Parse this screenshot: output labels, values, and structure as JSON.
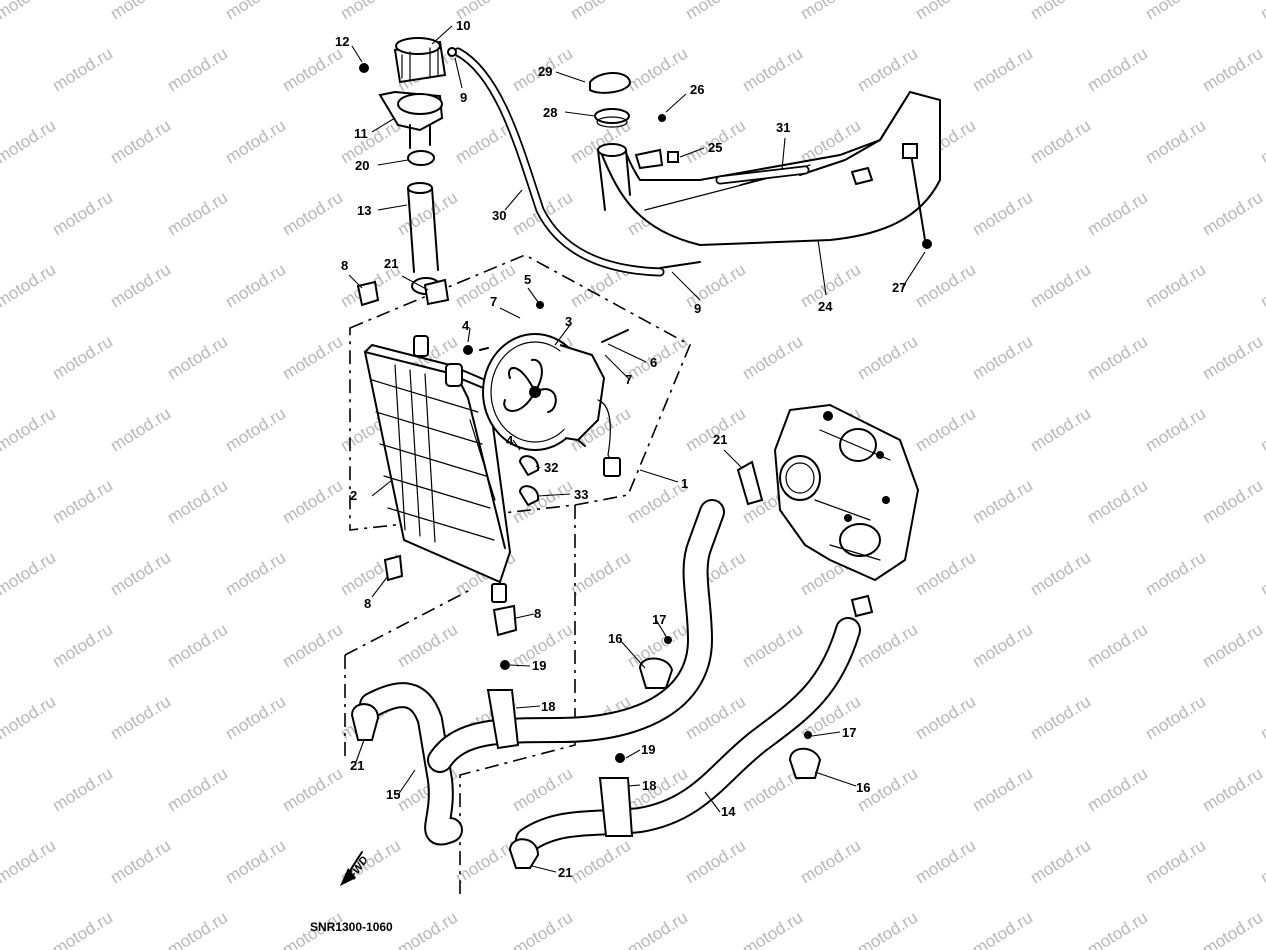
{
  "diagram": {
    "watermark_text": "motod.ru",
    "drawing_code": "SNR1300-1060",
    "direction_label": "FWD"
  },
  "callouts": [
    "1",
    "2",
    "3",
    "4",
    "4",
    "5",
    "6",
    "7",
    "7",
    "8",
    "8",
    "8",
    "8",
    "9",
    "9",
    "10",
    "11",
    "12",
    "13",
    "14",
    "15",
    "16",
    "16",
    "17",
    "17",
    "18",
    "18",
    "19",
    "19",
    "20",
    "21",
    "21",
    "21",
    "21",
    "21",
    "24",
    "25",
    "26",
    "27",
    "28",
    "29",
    "30",
    "31",
    "32",
    "33"
  ]
}
